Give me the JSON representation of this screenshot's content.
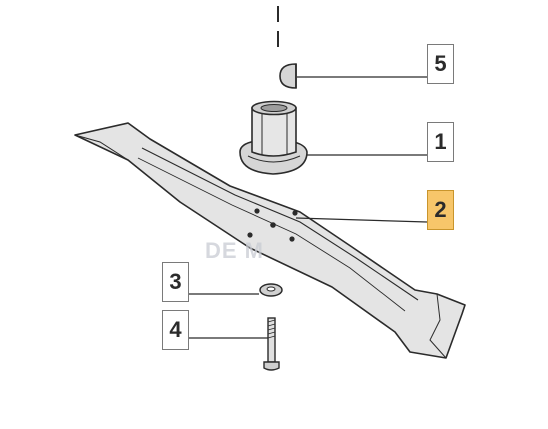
{
  "callouts": [
    {
      "id": "5",
      "label": "5",
      "highlighted": false
    },
    {
      "id": "1",
      "label": "1",
      "highlighted": false
    },
    {
      "id": "2",
      "label": "2",
      "highlighted": true
    },
    {
      "id": "3",
      "label": "3",
      "highlighted": false
    },
    {
      "id": "4",
      "label": "4",
      "highlighted": false
    }
  ],
  "watermark": {
    "text": "DE    M"
  },
  "colors": {
    "line": "#2b2b2b",
    "callout_border": "#7a7a7a",
    "highlight_fill": "#f7c66a",
    "highlight_border": "#c9952c",
    "part_fill": "#e4e4e4",
    "part_shade": "#bdbdbd"
  }
}
